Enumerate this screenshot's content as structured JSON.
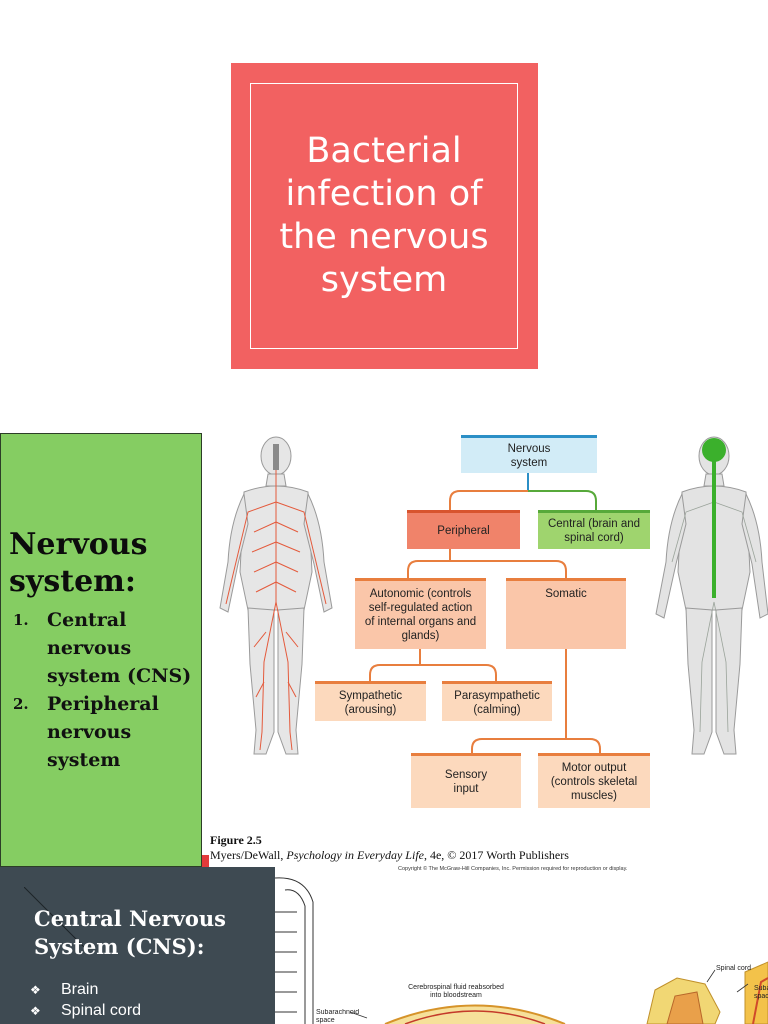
{
  "title_slide": {
    "title": "Bacterial infection of the nervous system",
    "background": "#f26161"
  },
  "overview_panel": {
    "heading": "Nervous system:",
    "items": [
      {
        "number": "1.",
        "label": "Central nervous system (CNS)"
      },
      {
        "number": "2.",
        "label": "Peripheral nervous system"
      }
    ],
    "background": "#85cd62"
  },
  "flowchart": {
    "nodes": {
      "nervous_system": "Nervous system",
      "peripheral": "Peripheral",
      "central": "Central (brain and spinal cord)",
      "autonomic": "Autonomic (controls self-regulated action of internal organs and glands)",
      "somatic": "Somatic",
      "sympathetic": "Sympathetic (arousing)",
      "parasympathetic": "Parasympathetic (calming)",
      "sensory": "Sensory input",
      "motor": "Motor output (controls skeletal muscles)"
    },
    "colors": {
      "peripheral": "#f0836a",
      "central": "#9fd46e",
      "nervous_system": "#d2ecf7",
      "lines_peripheral": "#e87e3e",
      "lines_central": "#57a93a"
    }
  },
  "figure_caption": {
    "figure_label": "Figure 2.5",
    "credit_prefix": "Myers/DeWall, ",
    "credit_title": "Psychology in Everyday Life",
    "credit_suffix": ", 4e, © 2017 Worth Publishers",
    "copyright": "Copyright © The McGraw-Hill Companies, Inc. Permission required for reproduction or display."
  },
  "cns_panel": {
    "heading": "Central Nervous System (CNS):",
    "items": [
      "Brain",
      "Spinal cord"
    ],
    "background": "#3e4a52"
  },
  "anatomy_labels": {
    "csf": "Cerebrospinal fluid reabsorbed into bloodstream",
    "subarachnoid_left": "Subarachnoid space",
    "spinal_cord": "Spinal cord",
    "subarachnoid_right": "Subarachnoid space"
  }
}
